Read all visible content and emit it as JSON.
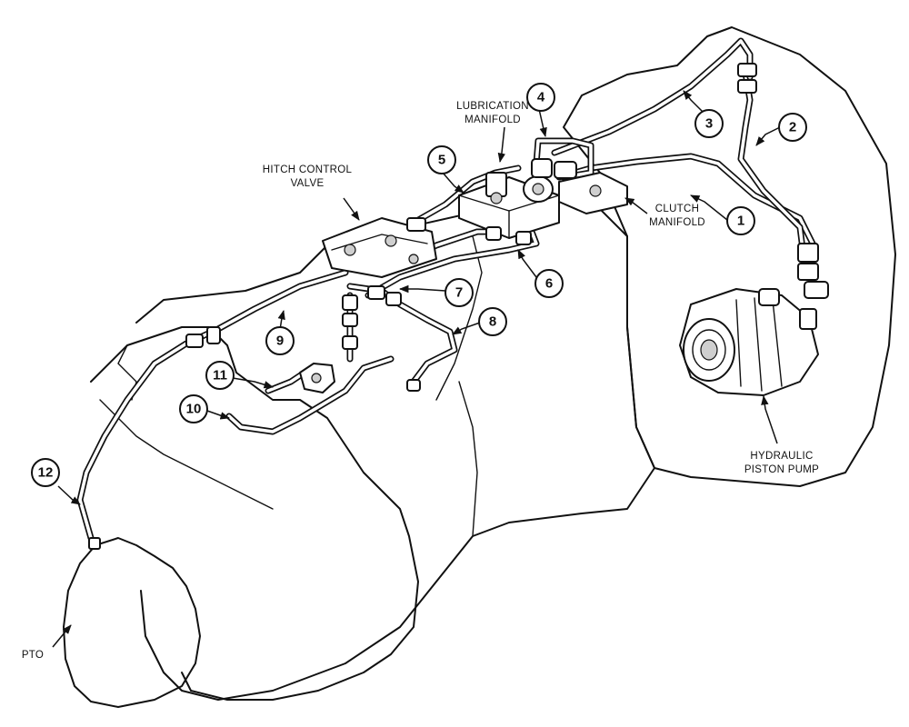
{
  "labels": {
    "lubrication_manifold": [
      "LUBRICATION",
      "MANIFOLD"
    ],
    "hitch_control_valve": [
      "HITCH CONTROL",
      "VALVE"
    ],
    "clutch_manifold": [
      "CLUTCH",
      "MANIFOLD"
    ],
    "hydraulic_piston_pump": [
      "HYDRAULIC",
      "PISTON PUMP"
    ],
    "pto": "PTO"
  },
  "callouts": [
    "1",
    "2",
    "3",
    "4",
    "5",
    "6",
    "7",
    "8",
    "9",
    "10",
    "11",
    "12"
  ]
}
